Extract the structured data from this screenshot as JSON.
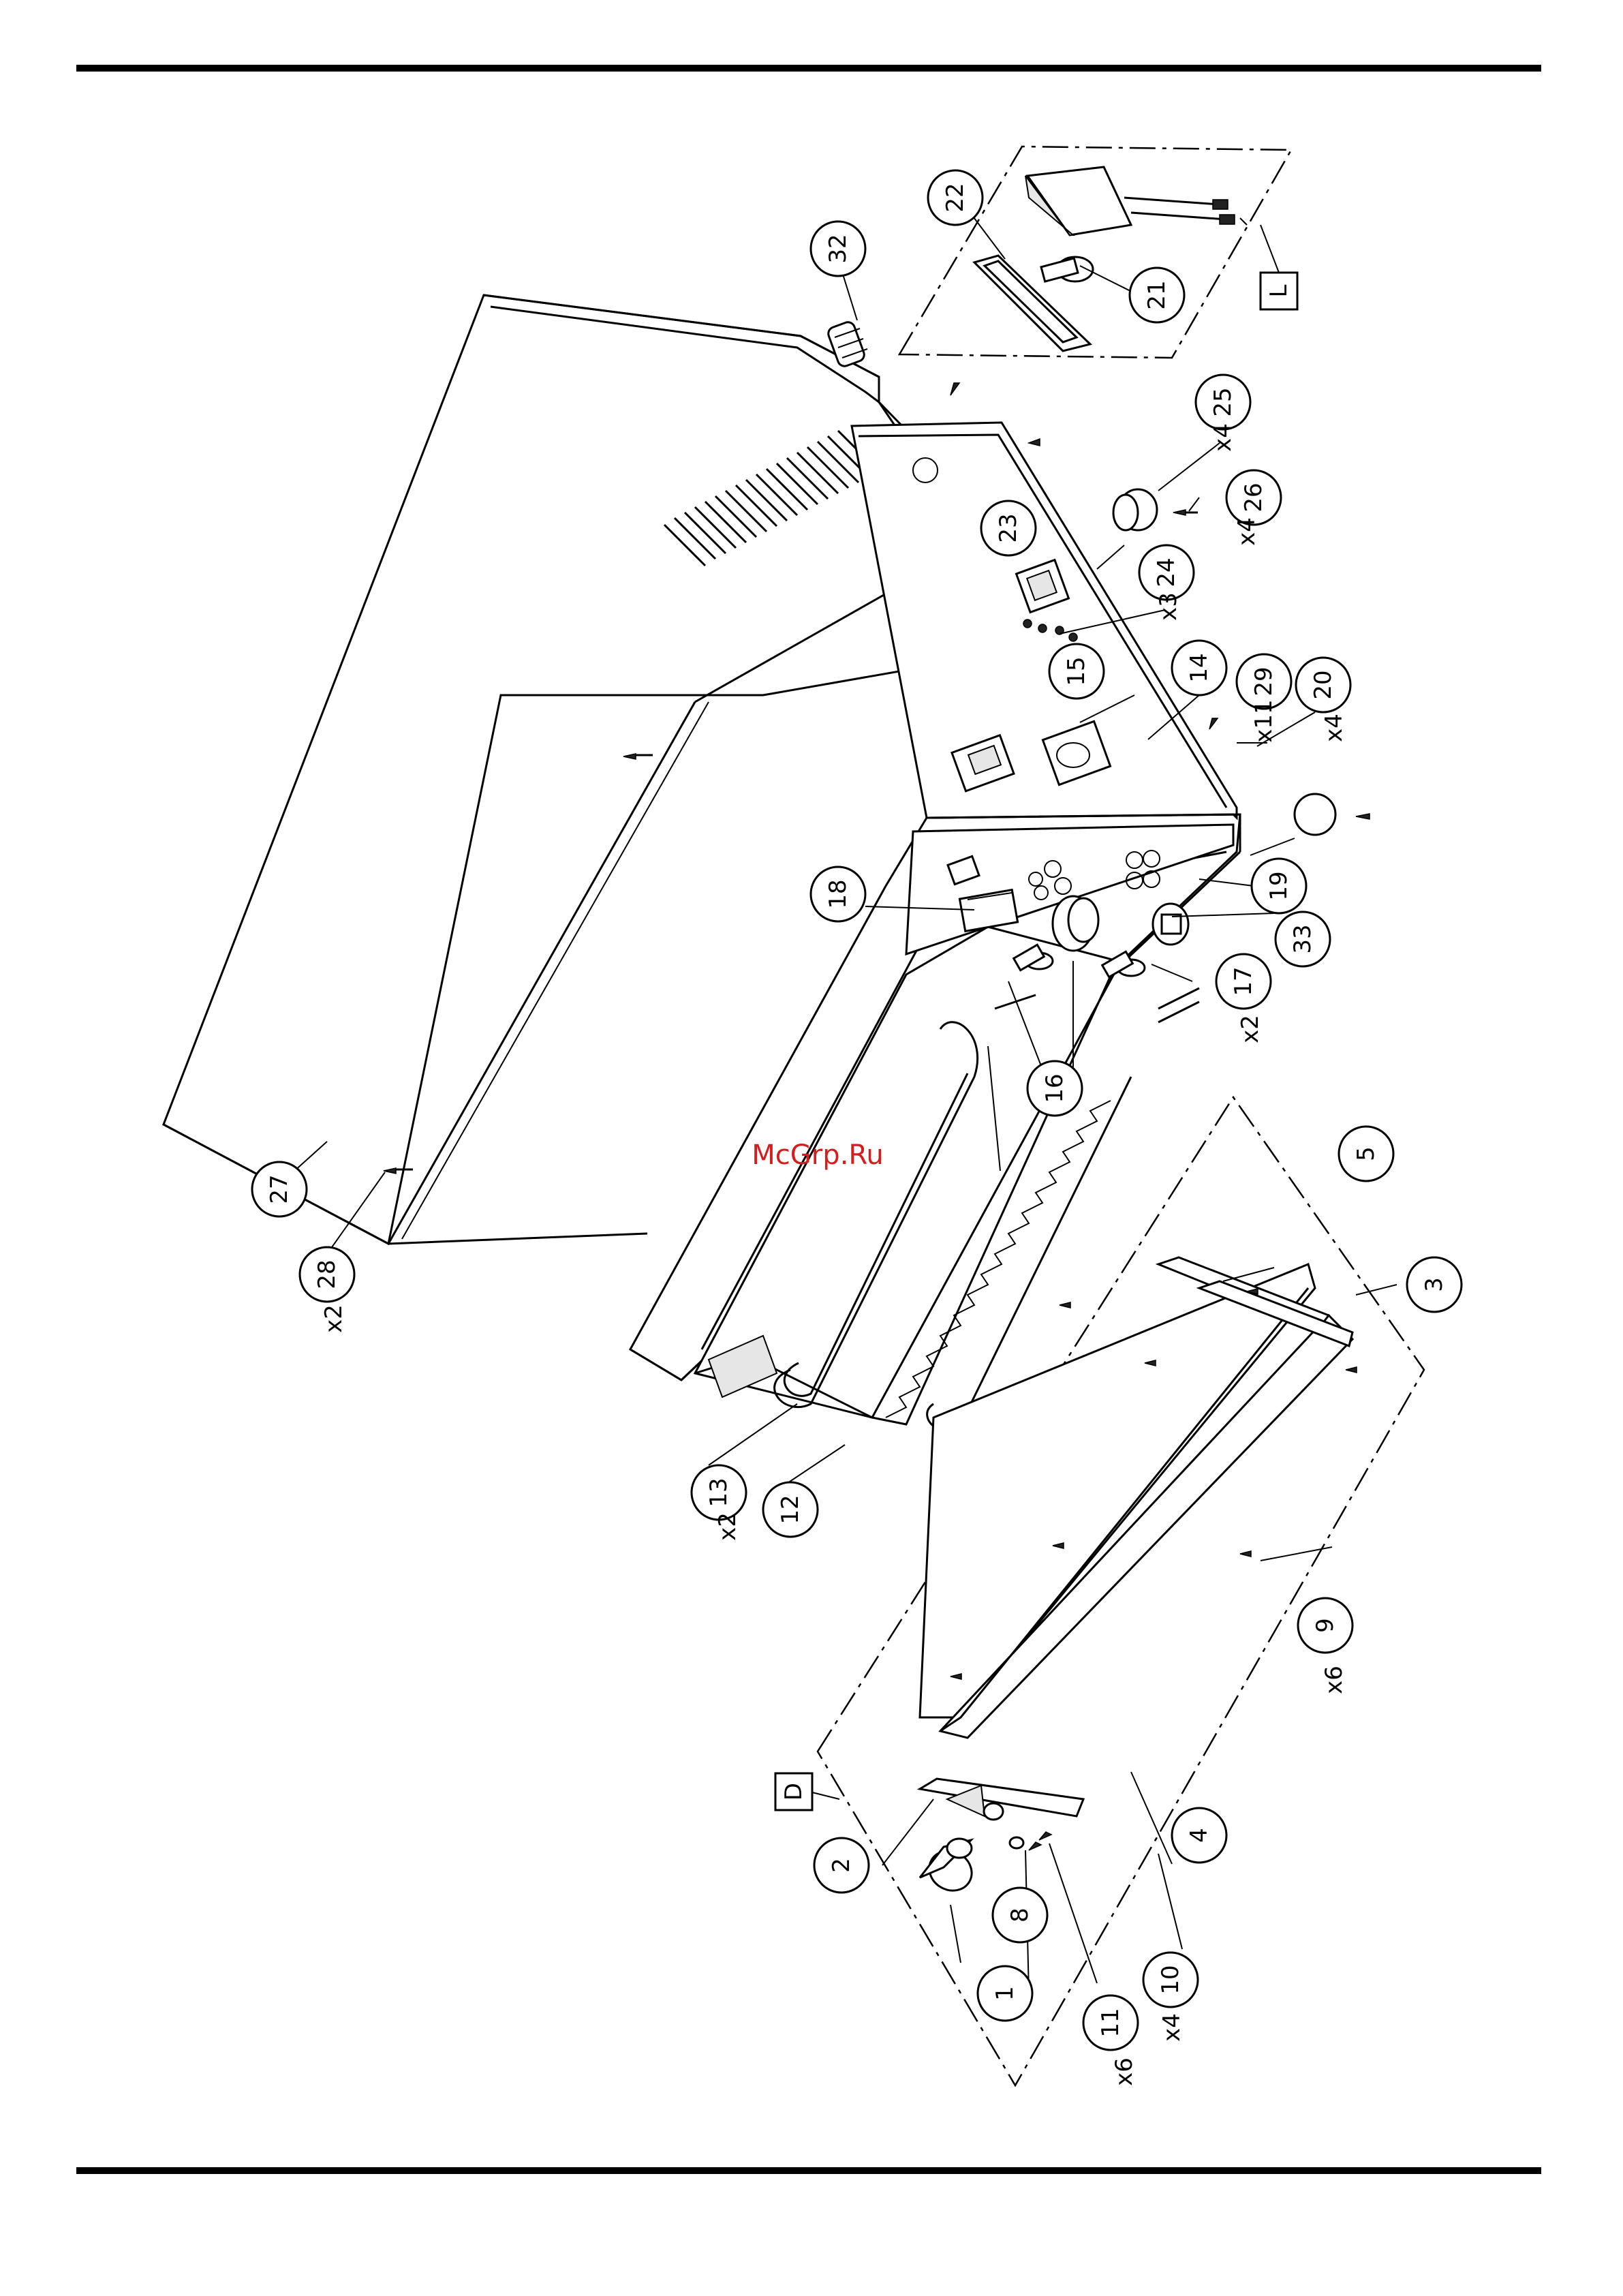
{
  "watermark": "McGrp.Ru",
  "callouts": [
    "1",
    "2",
    "3",
    "4",
    "5",
    "8",
    "9",
    "10",
    "11",
    "12",
    "13",
    "14",
    "15",
    "16",
    "17",
    "18",
    "19",
    "20",
    "21",
    "22",
    "23",
    "24",
    "25",
    "26",
    "27",
    "28",
    "29",
    "32",
    "33"
  ],
  "quantities": {
    "q28": "x2",
    "q12_13": "x2",
    "q16_17": "x2",
    "q9": "x6",
    "q11": "x6",
    "q10": "x4",
    "q24": "x3",
    "q29": "x11",
    "q20": "x4",
    "q25": "x4",
    "q26": "x4"
  },
  "views": {
    "detail_d": "D",
    "detail_l": "L"
  }
}
